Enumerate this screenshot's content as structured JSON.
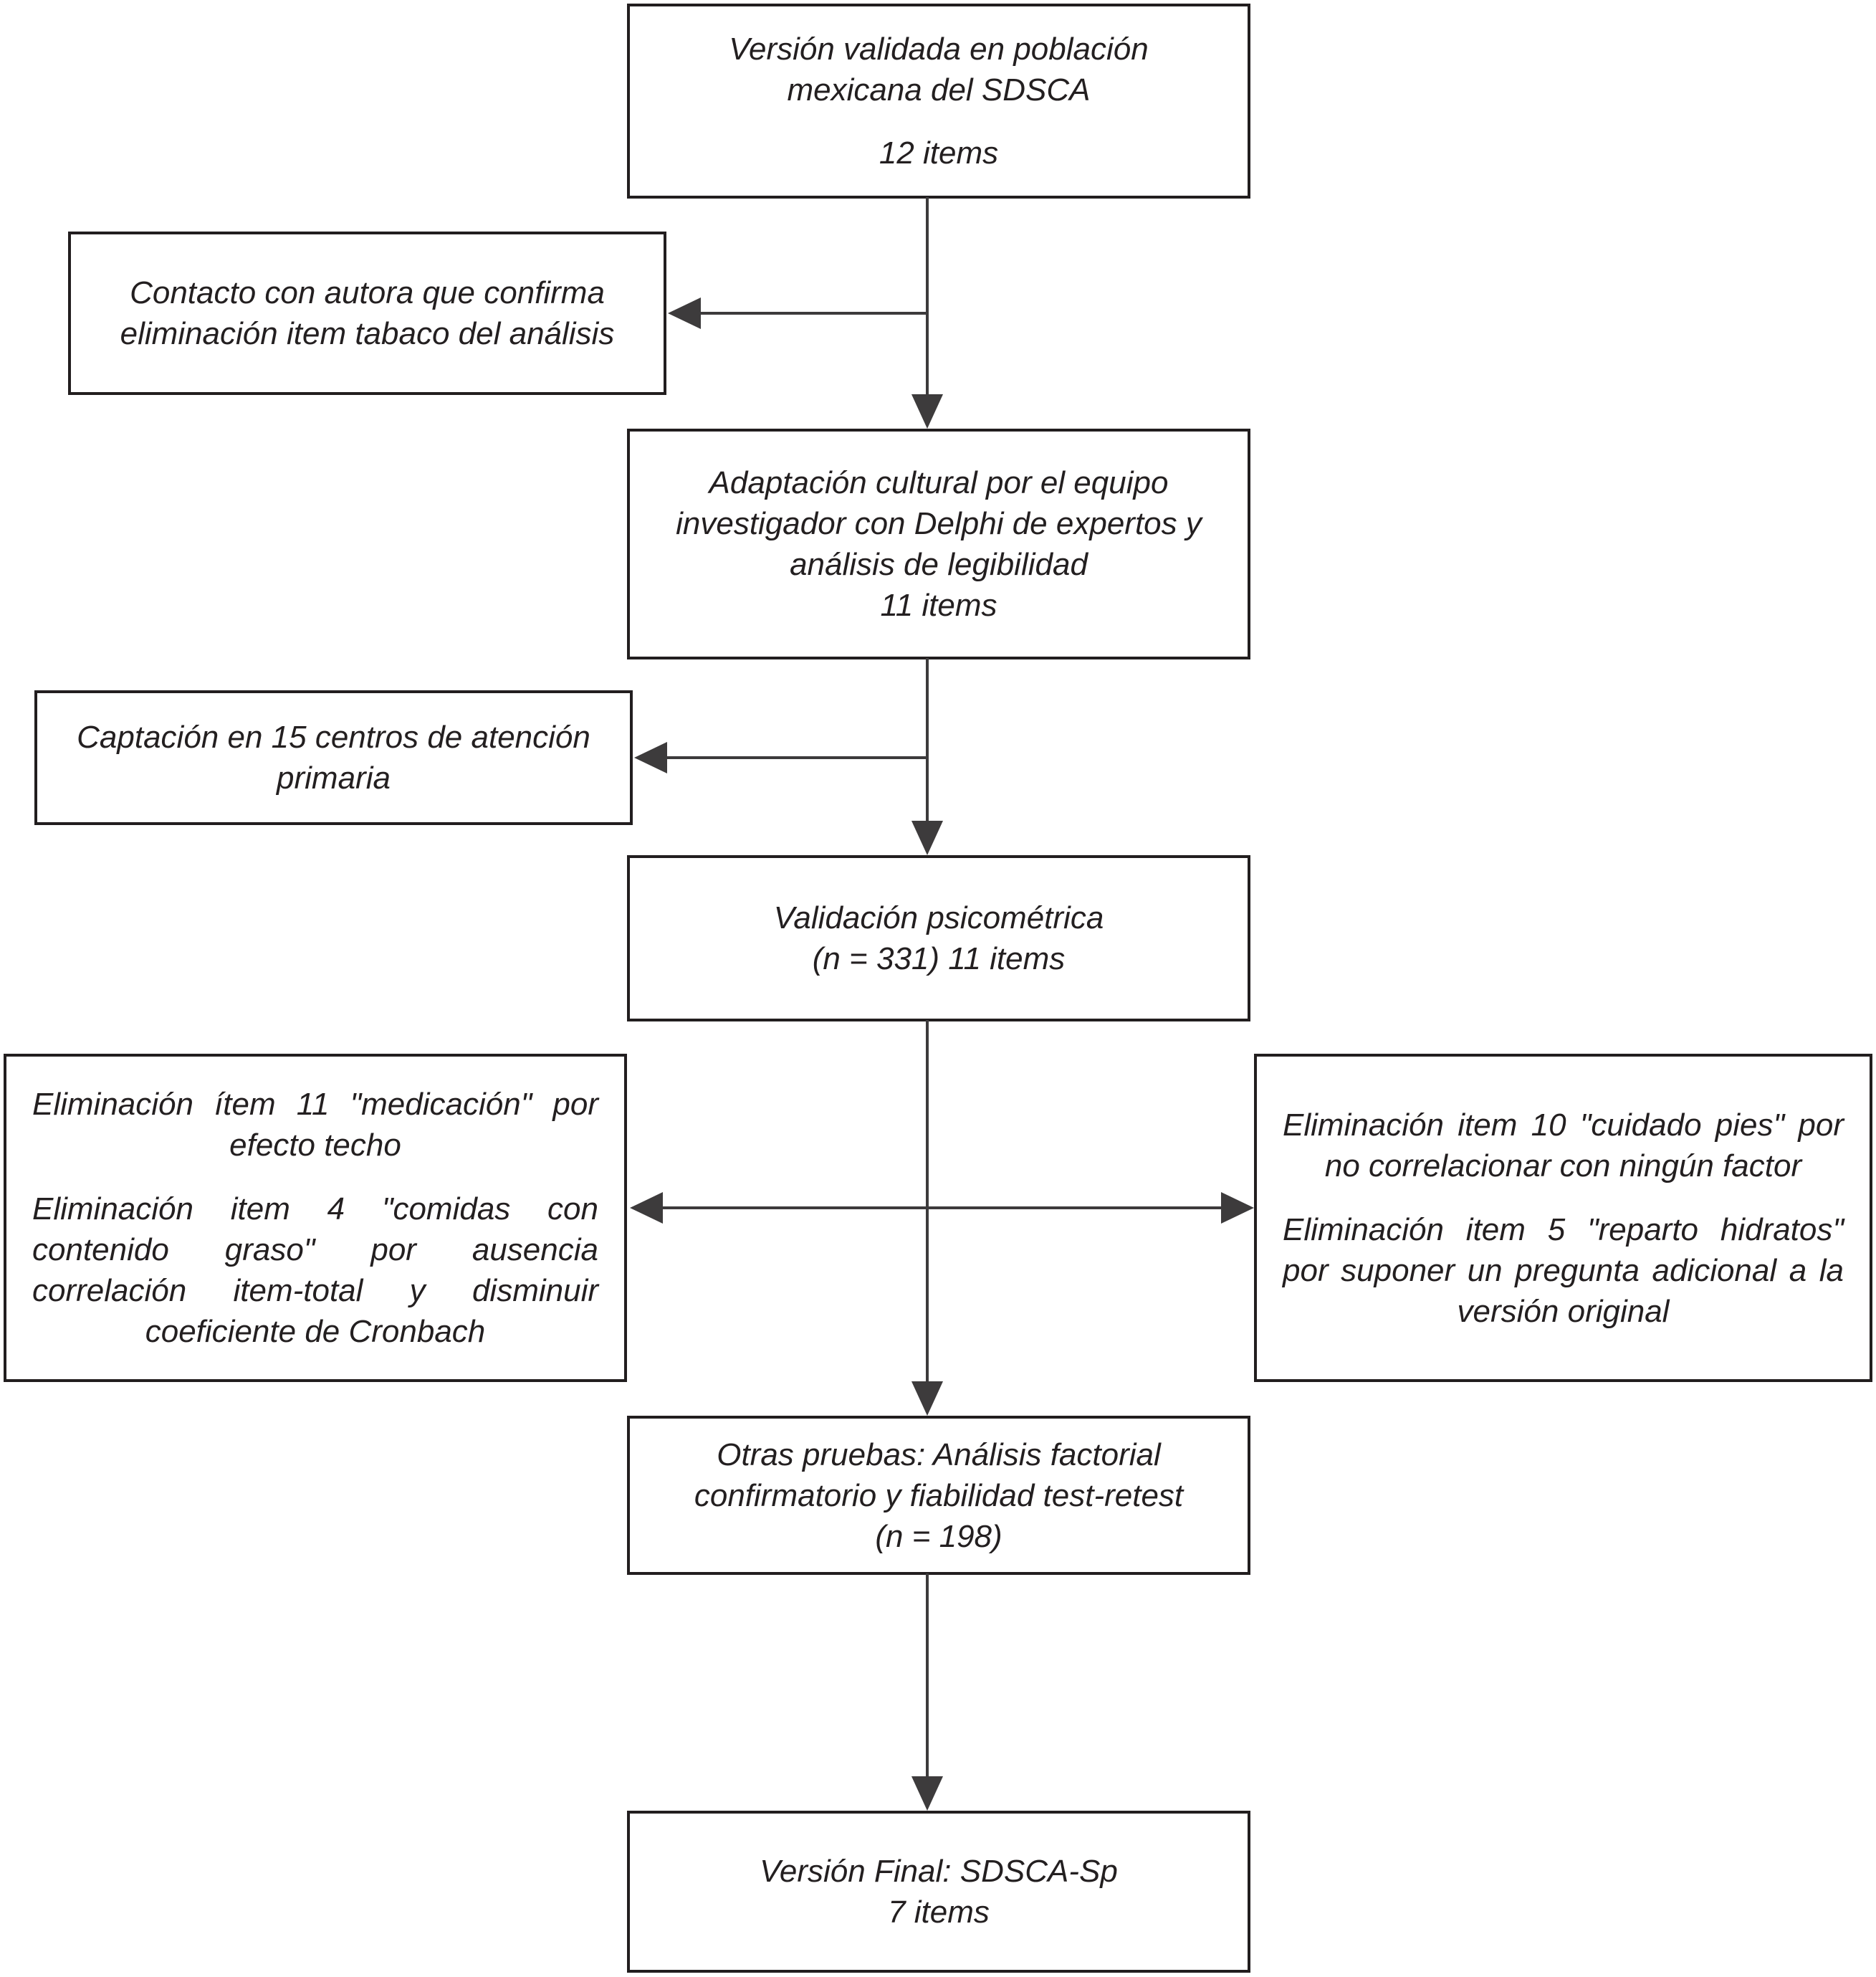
{
  "colors": {
    "text": "#231f20",
    "border": "#221e1f",
    "arrow": "#3d3b3c",
    "background": "#ffffff"
  },
  "boxes": {
    "version_validada": {
      "lines": [
        "Versión validada en población",
        "mexicana del SDSCA",
        "",
        "12 items"
      ]
    },
    "contacto_autora": {
      "lines": [
        "Contacto con autora que confirma",
        "eliminación item tabaco del análisis"
      ]
    },
    "adaptacion_cultural": {
      "lines": [
        "Adaptación cultural por el equipo",
        "investigador con Delphi de expertos y",
        "análisis de legibilidad",
        "11 items"
      ]
    },
    "captacion": {
      "lines": [
        "Captación en 15 centros de atención",
        "primaria"
      ]
    },
    "validacion_psicometrica": {
      "lines": [
        "Validación psicométrica",
        "(n = 331) 11 items"
      ]
    },
    "eliminacion_izquierda": {
      "paras": [
        "Eliminación ítem 11 \"medicación\" por efecto techo",
        "Eliminación item 4 \"comidas con contenido graso\" por ausencia correlación item-total y disminuir coeficiente de Cronbach"
      ]
    },
    "eliminacion_derecha": {
      "paras": [
        "Eliminación item 10 \"cuidado pies\" por no correlacionar con ningún factor",
        "Eliminación item 5 \"reparto hidratos\" por suponer un pregunta adicional a la versión original"
      ]
    },
    "otras_pruebas": {
      "lines": [
        "Otras pruebas: Análisis factorial",
        "confirmatorio y fiabilidad test-retest",
        "(n = 198)"
      ]
    },
    "version_final": {
      "lines": [
        "Versión Final: SDSCA-Sp",
        "7 items"
      ]
    }
  }
}
